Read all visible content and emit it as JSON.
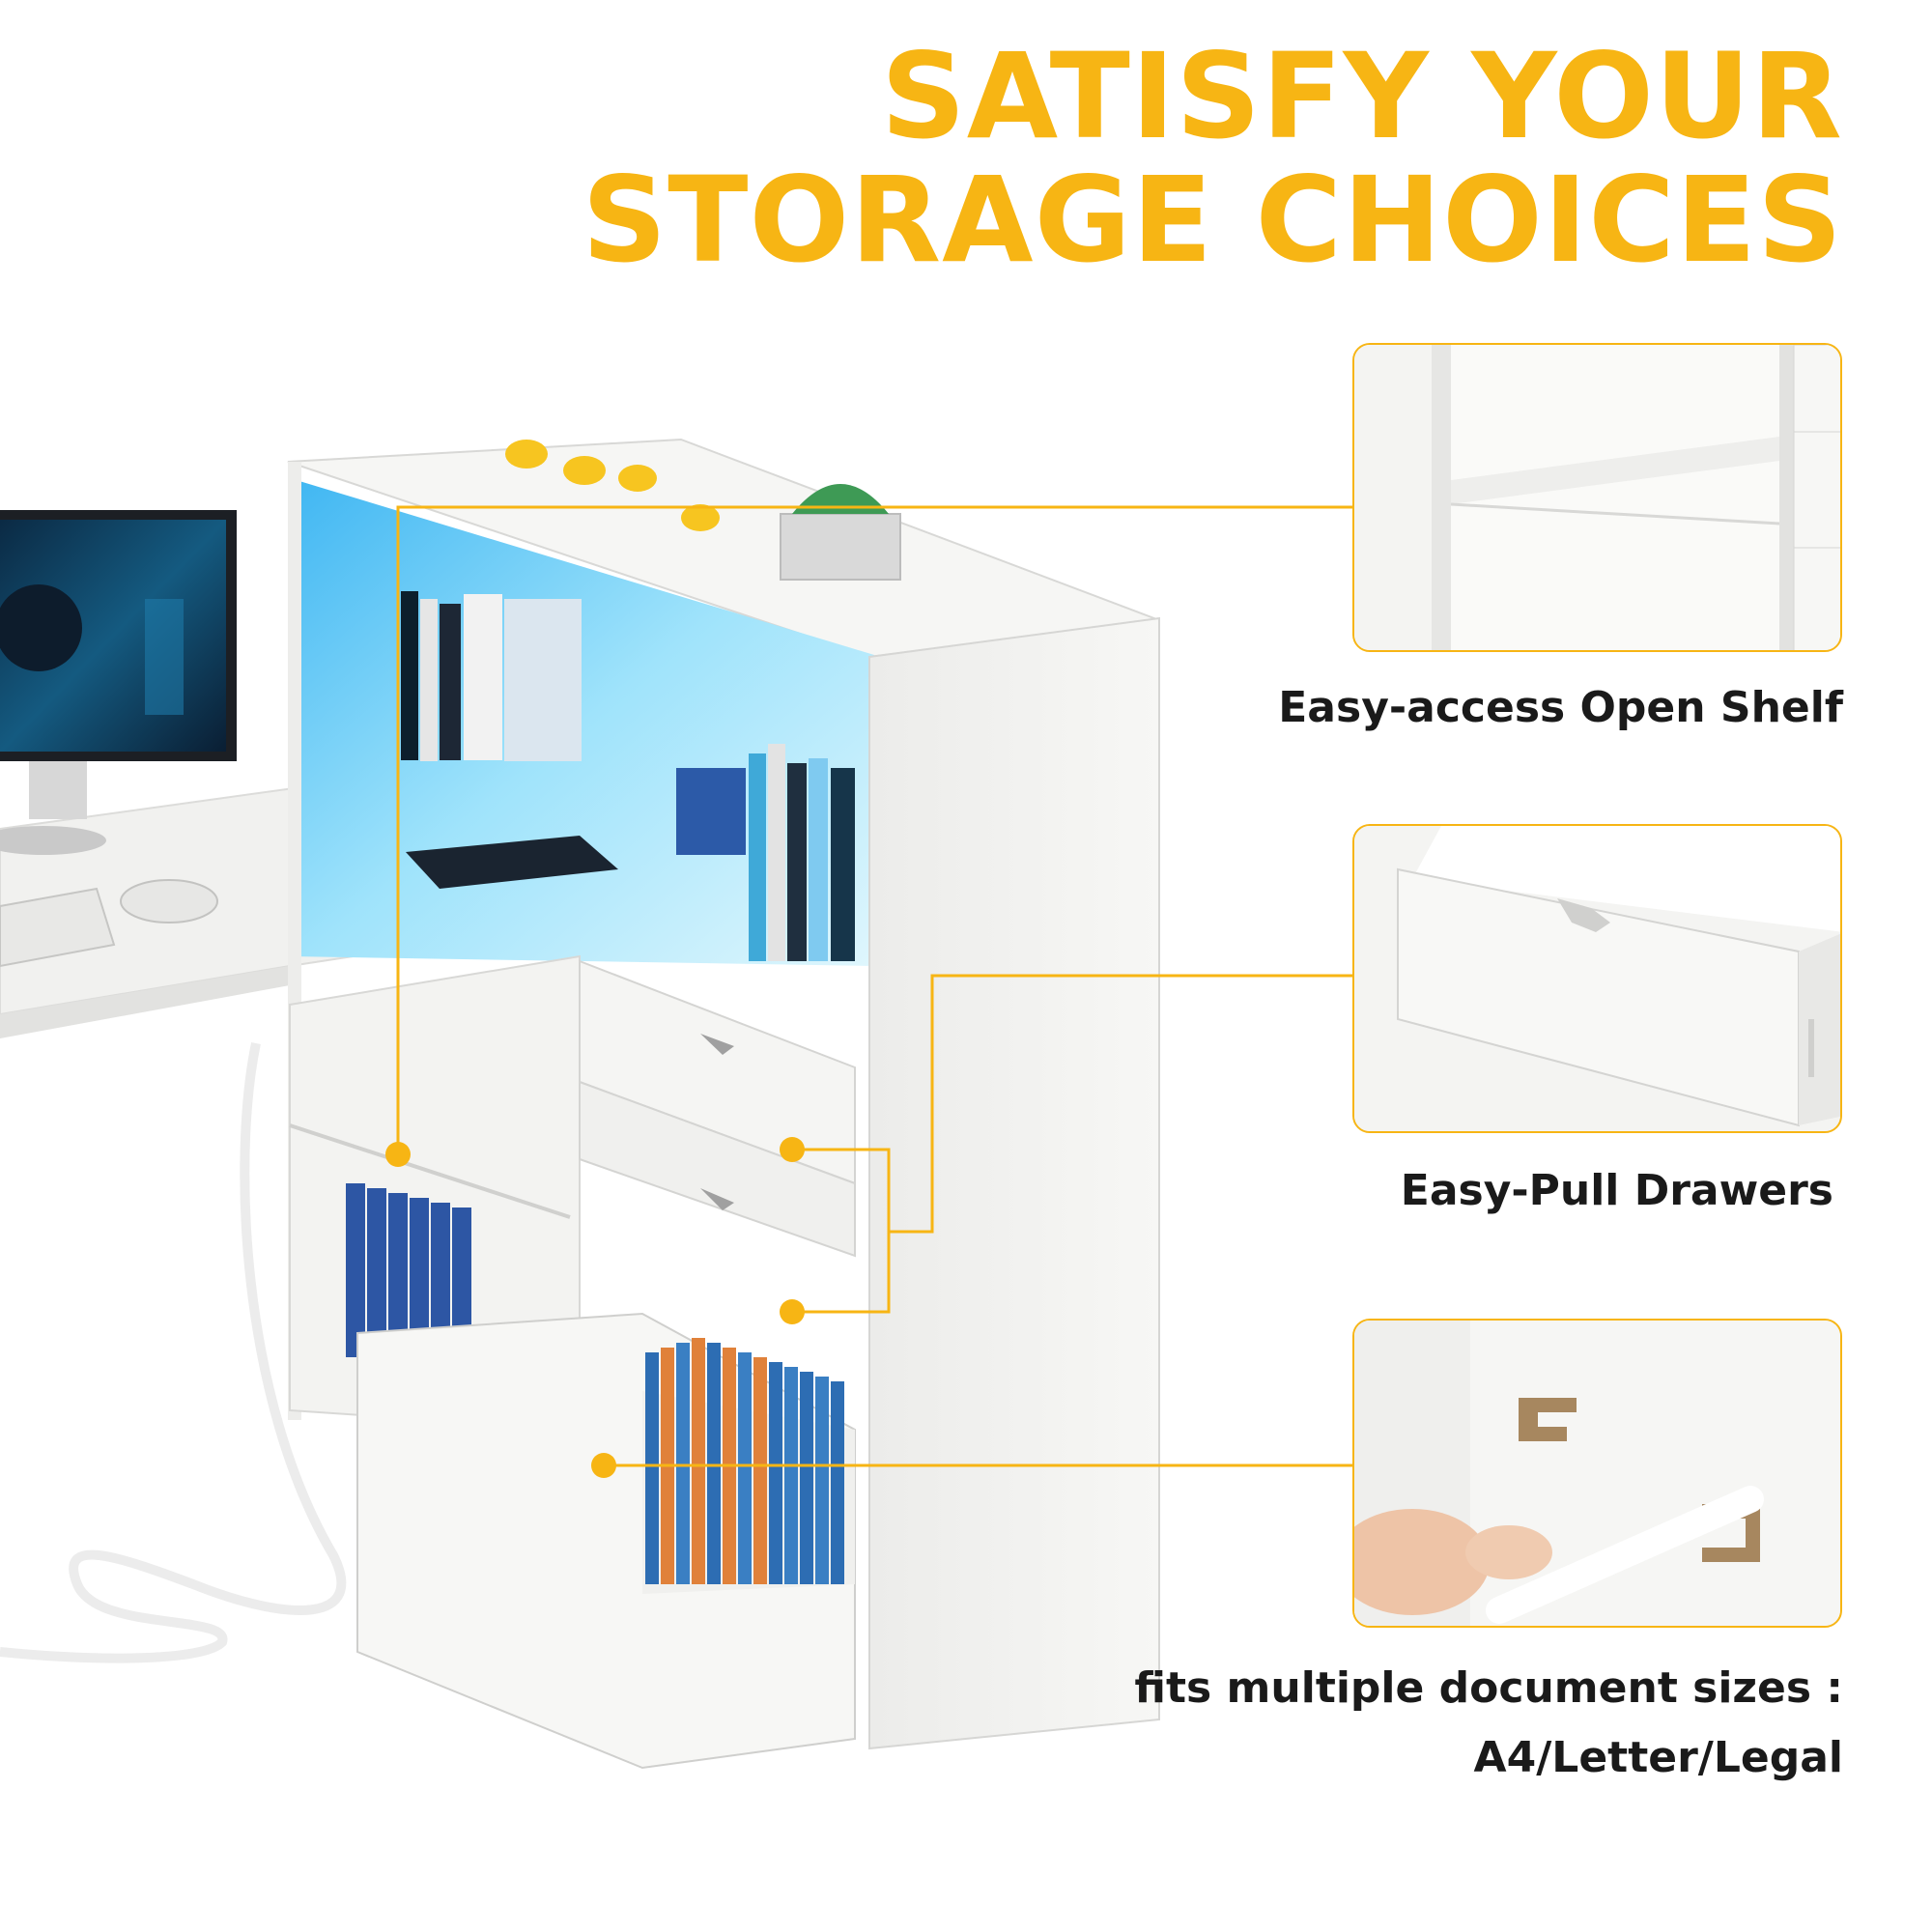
{
  "headline": {
    "line1": "SATISFY YOUR",
    "line2": "STORAGE CHOICES"
  },
  "features": [
    {
      "label": "Easy-access Open Shelf"
    },
    {
      "label": "Easy-Pull Drawers"
    },
    {
      "label_line1": "fits multiple document sizes :",
      "label_line2": "A4/Letter/Legal"
    }
  ],
  "colors": {
    "accent": "#F7B514",
    "text": "#1a1a1a",
    "furniture": "#f4f4f2",
    "led_glow": "#5fc8f5"
  }
}
